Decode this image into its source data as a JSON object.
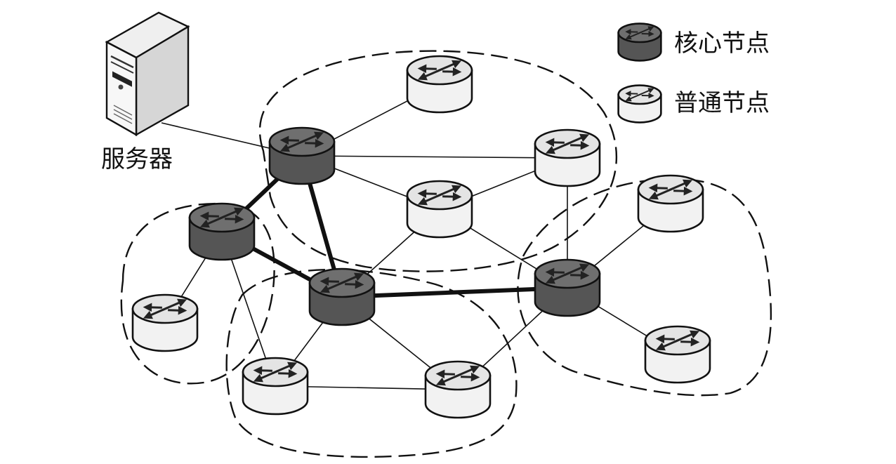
{
  "legend": {
    "core_label": "核心节点",
    "normal_label": "普通节点"
  },
  "server": {
    "label": "服务器"
  },
  "colors": {
    "core_top": "#6f6f6f",
    "core_side": "#555555",
    "normal_top": "#e4e4e4",
    "normal_side": "#f2f2f2",
    "stroke": "#111111"
  },
  "nodes": [
    {
      "id": "c1",
      "kind": "core"
    },
    {
      "id": "c2",
      "kind": "core"
    },
    {
      "id": "c3",
      "kind": "core"
    },
    {
      "id": "c4",
      "kind": "core"
    },
    {
      "id": "n1",
      "kind": "normal"
    },
    {
      "id": "n2",
      "kind": "normal"
    },
    {
      "id": "n3",
      "kind": "normal"
    },
    {
      "id": "n4",
      "kind": "normal"
    },
    {
      "id": "n5",
      "kind": "normal"
    },
    {
      "id": "n6",
      "kind": "normal"
    },
    {
      "id": "n7",
      "kind": "normal"
    },
    {
      "id": "n8",
      "kind": "normal"
    }
  ],
  "edges": [
    {
      "from": "server",
      "to": "c1",
      "weight": "thin"
    },
    {
      "from": "c1",
      "to": "n1",
      "weight": "thin"
    },
    {
      "from": "c1",
      "to": "n2",
      "weight": "thin"
    },
    {
      "from": "c1",
      "to": "n3",
      "weight": "thin"
    },
    {
      "from": "n3",
      "to": "n2",
      "weight": "thin"
    },
    {
      "from": "n2",
      "to": "c4",
      "weight": "thin"
    },
    {
      "from": "n3",
      "to": "c4",
      "weight": "thin"
    },
    {
      "from": "n3",
      "to": "c3",
      "weight": "thin"
    },
    {
      "from": "c4",
      "to": "n7",
      "weight": "thin"
    },
    {
      "from": "c4",
      "to": "n8",
      "weight": "thin"
    },
    {
      "from": "c4",
      "to": "n6",
      "weight": "thin"
    },
    {
      "from": "c2",
      "to": "n4",
      "weight": "thin"
    },
    {
      "from": "c2",
      "to": "n5",
      "weight": "thin"
    },
    {
      "from": "c3",
      "to": "n5",
      "weight": "thin"
    },
    {
      "from": "c3",
      "to": "n6",
      "weight": "thin"
    },
    {
      "from": "n5",
      "to": "n6",
      "weight": "thin"
    },
    {
      "from": "c1",
      "to": "c2",
      "weight": "thick"
    },
    {
      "from": "c1",
      "to": "c3",
      "weight": "thick"
    },
    {
      "from": "c2",
      "to": "c3",
      "weight": "thick"
    },
    {
      "from": "c3",
      "to": "c4",
      "weight": "thick"
    }
  ]
}
